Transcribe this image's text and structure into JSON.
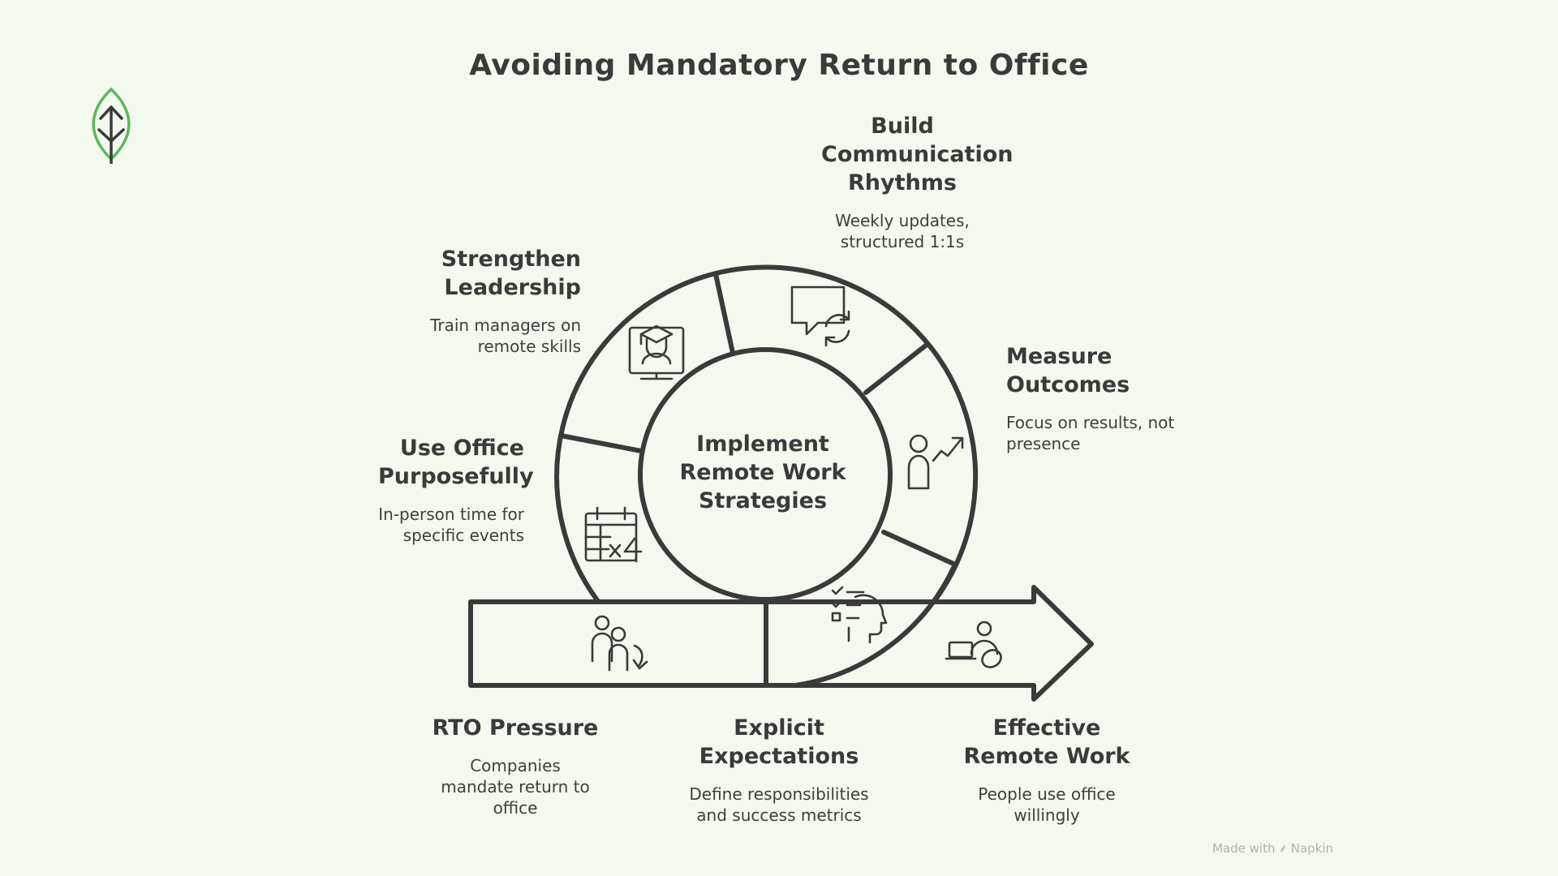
{
  "title": "Avoiding Mandatory Return to Office",
  "center": {
    "label_lines": [
      "Implement",
      "Remote Work",
      "Strategies"
    ]
  },
  "steps": [
    {
      "heading": "RTO Pressure",
      "description": "Companies mandate return to office",
      "icon": "people-pressure-icon"
    },
    {
      "heading": "Use Office Purposefully",
      "description": "In-person time for specific events",
      "icon": "calendar-x4-icon"
    },
    {
      "heading": "Strengthen Leadership",
      "description": "Train managers on remote skills",
      "icon": "graduate-monitor-icon"
    },
    {
      "heading": "Build Communication Rhythms",
      "description": "Weekly updates, structured 1:1s",
      "icon": "chat-refresh-icon"
    },
    {
      "heading": "Measure Outcomes",
      "description": "Focus on results, not presence",
      "icon": "person-growth-icon"
    },
    {
      "heading": "Explicit Expectations",
      "description": "Define responsibilities and success metrics",
      "icon": "checklist-head-icon"
    },
    {
      "heading": "Effective Remote Work",
      "description": "People use office willingly",
      "icon": "remote-worker-icon"
    }
  ],
  "credit": {
    "prefix": "Made with",
    "brand": "Napkin"
  },
  "colors": {
    "background": "#f3f9ee",
    "stroke": "#3a3a3a",
    "logo_green": "#5cb85c"
  }
}
